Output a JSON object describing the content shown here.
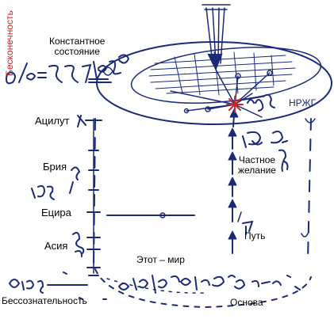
{
  "labels": {
    "infinity": "Бесконечность",
    "constant_state": "Константное\nсостояние",
    "atzilut": "Ацилут",
    "beria": "Брия",
    "yetzira": "Ецира",
    "assiya": "Асия",
    "unconscious": "Бессознательность",
    "this_world": "Этот – мир",
    "foundation": "Основа",
    "private_desire": "Частное\nжелание",
    "path": "Путь",
    "nrzhg": "НРЖГ"
  },
  "colors": {
    "ink": "#1a2a7a",
    "text": "#000000",
    "accent_red": "#c0282a"
  }
}
